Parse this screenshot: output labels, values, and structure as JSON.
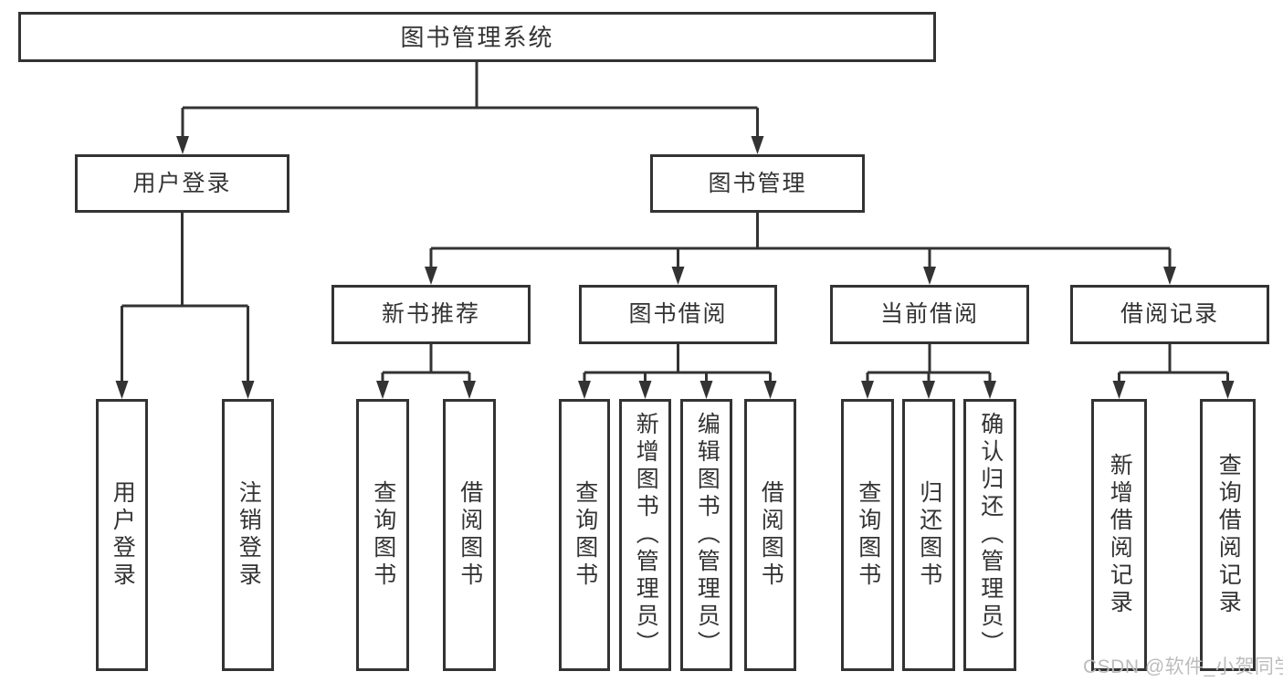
{
  "colors": {
    "line": "#333333",
    "text": "#333333",
    "background": "#ffffff",
    "watermark": "#bcbcbc"
  },
  "watermark": "CSDN @软件_小贺同学",
  "tree": {
    "label": "图书管理系统",
    "children": [
      {
        "label": "用户登录",
        "children": [
          {
            "label": "用户登录"
          },
          {
            "label": "注销登录"
          }
        ]
      },
      {
        "label": "图书管理",
        "children": [
          {
            "label": "新书推荐",
            "children": [
              {
                "label": "查询图书"
              },
              {
                "label": "借阅图书"
              }
            ]
          },
          {
            "label": "图书借阅",
            "children": [
              {
                "label": "查询图书"
              },
              {
                "label": "新增图书（管理员）"
              },
              {
                "label": "编辑图书（管理员）"
              },
              {
                "label": "借阅图书"
              }
            ]
          },
          {
            "label": "当前借阅",
            "children": [
              {
                "label": "查询图书"
              },
              {
                "label": "归还图书"
              },
              {
                "label": "确认归还（管理员）"
              }
            ]
          },
          {
            "label": "借阅记录",
            "children": [
              {
                "label": "新增借阅记录"
              },
              {
                "label": "查询借阅记录"
              }
            ]
          }
        ]
      }
    ]
  }
}
